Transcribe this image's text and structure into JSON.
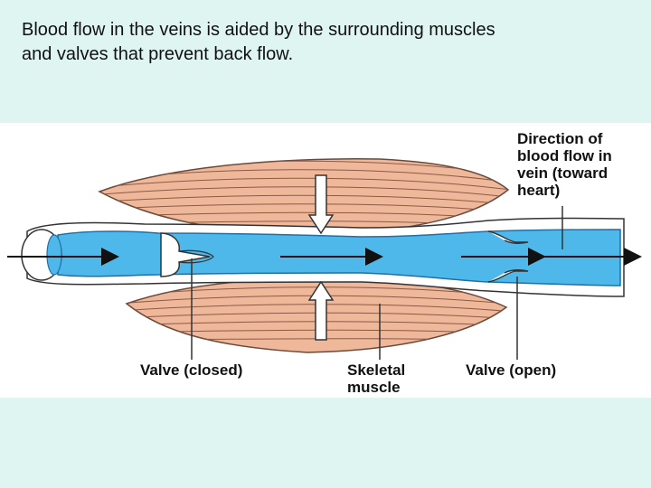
{
  "slide": {
    "text_line1": "Blood flow in the veins is aided by the surrounding muscles",
    "text_line2": "and valves that prevent back flow."
  },
  "diagram": {
    "labels": {
      "direction_line1": "Direction of",
      "direction_line2": "blood flow in",
      "direction_line3": "vein (toward",
      "direction_line4": "heart)",
      "valve_closed": "Valve (closed)",
      "skeletal_line1": "Skeletal",
      "skeletal_line2": "muscle",
      "valve_open": "Valve (open)"
    },
    "colors": {
      "blood": "#4fb8ea",
      "muscle": "#f0b89a",
      "muscle_stripe": "#8a5a48",
      "outline": "#222222"
    }
  }
}
